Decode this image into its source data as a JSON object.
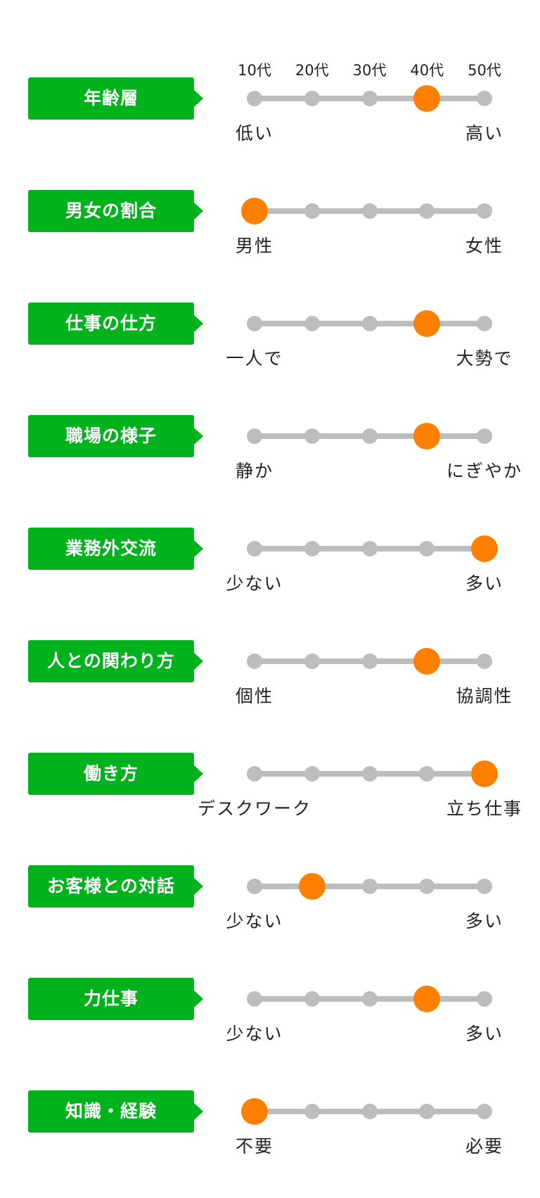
{
  "colors": {
    "label_bg": "#00b21c",
    "label_text": "#ffffff",
    "track": "#bdbdbd",
    "selected": "#ff8000",
    "text": "#222222"
  },
  "scale_steps": 5,
  "rows": [
    {
      "label": "年齢層",
      "ticks": [
        "10代",
        "20代",
        "30代",
        "40代",
        "50代"
      ],
      "left": "低い",
      "right": "高い",
      "value": 4
    },
    {
      "label": "男女の割合",
      "left": "男性",
      "right": "女性",
      "value": 1
    },
    {
      "label": "仕事の仕方",
      "left": "一人で",
      "right": "大勢で",
      "value": 4
    },
    {
      "label": "職場の様子",
      "left": "静か",
      "right": "にぎやか",
      "value": 4
    },
    {
      "label": "業務外交流",
      "left": "少ない",
      "right": "多い",
      "value": 5
    },
    {
      "label": "人との関わり方",
      "left": "個性",
      "right": "協調性",
      "value": 4
    },
    {
      "label": "働き方",
      "left": "デスクワーク",
      "right": "立ち仕事",
      "value": 5
    },
    {
      "label": "お客様との対話",
      "left": "少ない",
      "right": "多い",
      "value": 2
    },
    {
      "label": "力仕事",
      "left": "少ない",
      "right": "多い",
      "value": 4
    },
    {
      "label": "知識・経験",
      "left": "不要",
      "right": "必要",
      "value": 1
    }
  ]
}
